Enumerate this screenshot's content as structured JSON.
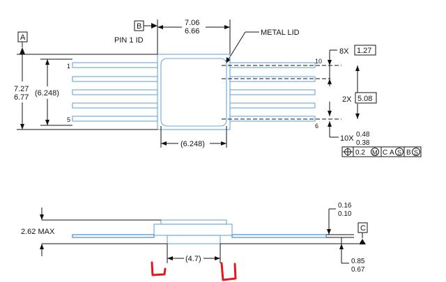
{
  "datums": {
    "a": "A",
    "b": "B",
    "c": "C"
  },
  "labels": {
    "pin1_id": "PIN 1 ID",
    "metal_lid": "METAL LID",
    "lid_width_max": "7.06",
    "lid_width_min": "6.66",
    "height_max": "7.27",
    "height_min": "6.77",
    "inner_height": "(6.248)",
    "inner_width": "(6.248)",
    "pin_1": "1",
    "pin_5": "5",
    "pin_6": "6",
    "pin_10": "10",
    "pitch_count": "8X",
    "pitch_value": "1.27",
    "row_count": "2X",
    "row_value": "5.08",
    "lead_count": "10X",
    "lead_width_max": "0.48",
    "lead_width_min": "0.38",
    "fcf_tol": "0.2",
    "fcf_m": "M",
    "fcf_c": "C",
    "fcf_a": "A",
    "fcf_b": "B",
    "fcf_s": "S",
    "body_height": "2.62 MAX",
    "lead_thk_max": "0.16",
    "lead_thk_min": "0.10",
    "standoff_max": "0.85",
    "standoff_min": "0.67",
    "base_width": "(4.7)"
  }
}
